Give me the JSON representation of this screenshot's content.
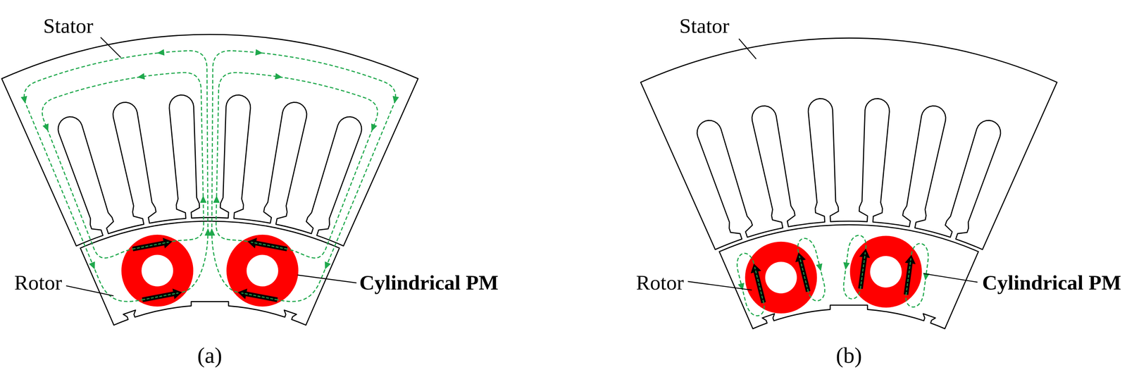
{
  "diagram": {
    "labels": [
      "Stator",
      "Rotor",
      "Cylindrical PM",
      "(a)",
      "Stator",
      "Rotor",
      "Cylindrical PM",
      "(b)"
    ]
  }
}
